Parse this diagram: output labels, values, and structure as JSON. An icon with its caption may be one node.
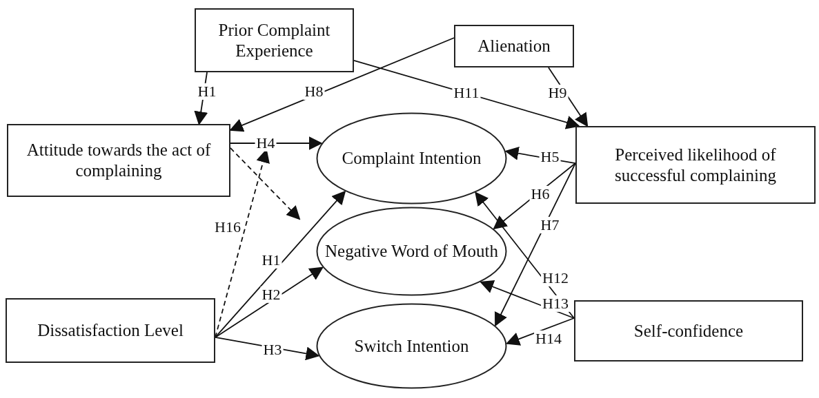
{
  "diagram": {
    "nodes": [
      {
        "text": [
          "Prior Complaint Experience"
        ]
      },
      {
        "text": [
          "Alienation"
        ]
      },
      {
        "text": [
          "Attitude towards the act of complaining"
        ]
      },
      {
        "text": [
          "Complaint Intention"
        ]
      },
      {
        "text": [
          "Perceived likelihood of successful complaining"
        ]
      },
      {
        "text": [
          "Negative Word of Mouth"
        ]
      },
      {
        "text": [
          "Dissatisfaction Level"
        ]
      },
      {
        "text": [
          "Switch Intention"
        ]
      },
      {
        "text": [
          "Self-confidence"
        ]
      }
    ],
    "edges": [
      {
        "from": 0,
        "to": 2,
        "arrow": "to",
        "label": "H1"
      },
      {
        "from": 1,
        "to": 2,
        "arrow": "to",
        "label": "H8"
      },
      {
        "from": 0,
        "to": 4,
        "arrow": "to",
        "label": "H11"
      },
      {
        "from": 1,
        "to": 4,
        "arrow": "to",
        "label": "H9"
      },
      {
        "from": 2,
        "to": 3,
        "arrow": "to",
        "label": "H4"
      },
      {
        "from": 4,
        "to": 3,
        "arrow": "to",
        "label": "H5"
      },
      {
        "from": 4,
        "to": 5,
        "arrow": "to",
        "label": "H6"
      },
      {
        "from": 4,
        "to": 7,
        "arrow": "to",
        "label": "H7"
      },
      {
        "from": 6,
        "to": 3,
        "arrow": "to",
        "label": "H1"
      },
      {
        "from": 6,
        "to": 5,
        "arrow": "to",
        "label": "H2"
      },
      {
        "from": 6,
        "to": 7,
        "arrow": "to",
        "label": "H3"
      },
      {
        "from": 8,
        "to": 3,
        "arrow": "to",
        "label": "H12"
      },
      {
        "from": 8,
        "to": 5,
        "arrow": "to",
        "label": "H13"
      },
      {
        "from": 8,
        "to": 7,
        "arrow": "to",
        "label": "H14"
      },
      {
        "from": 6,
        "to": null,
        "arrow": "to",
        "label": "H16",
        "style": "dashed"
      },
      {
        "from": 2,
        "to": null,
        "arrow": "to",
        "style": "dashed"
      }
    ]
  }
}
